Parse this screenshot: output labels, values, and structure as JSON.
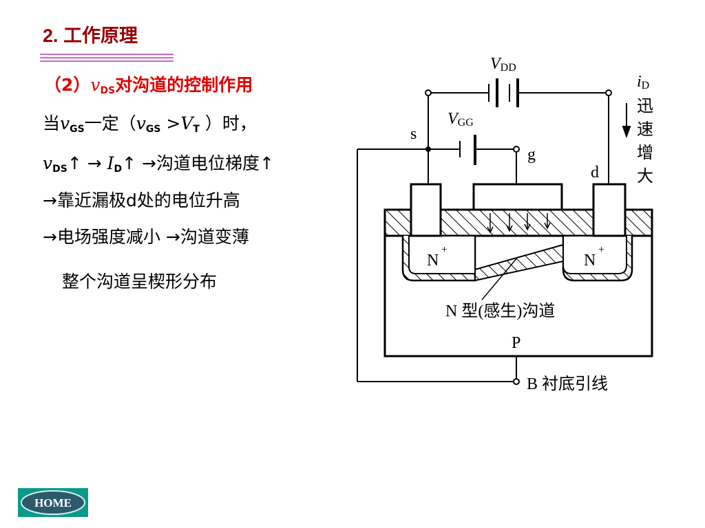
{
  "slide": {
    "title": "2. 工作原理",
    "subtitle": {
      "prefix": "（2）",
      "v": "v",
      "v_sub": "DS",
      "text": "对沟道的控制作用"
    },
    "line1": {
      "a": "当",
      "v1": "v",
      "v1_sub": "GS",
      "b": "一定（",
      "v2": "v",
      "v2_sub": "GS",
      "c": " >",
      "v3": "V",
      "v3_sub": "T",
      "d": " ）时，"
    },
    "line2": {
      "v": "v",
      "v_sub": "DS",
      "a": "↑ → ",
      "i": "I",
      "i_sub": "D",
      "b": "↑ →沟道电位梯度↑"
    },
    "line3": "→靠近漏极d处的电位升高",
    "line4": "→电场强度减小 →沟道变薄",
    "line5": "整个沟道呈楔形分布",
    "home_label": "HOME"
  },
  "diagram": {
    "vdd_label": "V",
    "vdd_sub": "DD",
    "vgg_label": "V",
    "vgg_sub": "GG",
    "id_label": "i",
    "id_sub": "D",
    "id_desc": [
      "迅",
      "速",
      "增",
      "大"
    ],
    "source_label": "s",
    "gate_label": "g",
    "drain_label": "d",
    "n_plus_left": "N",
    "n_plus_right": "N",
    "plus_sign": "+",
    "channel_label": "N 型(感生)沟道",
    "substrate_label": "P",
    "body_lead_label": "B 衬底引线"
  }
}
